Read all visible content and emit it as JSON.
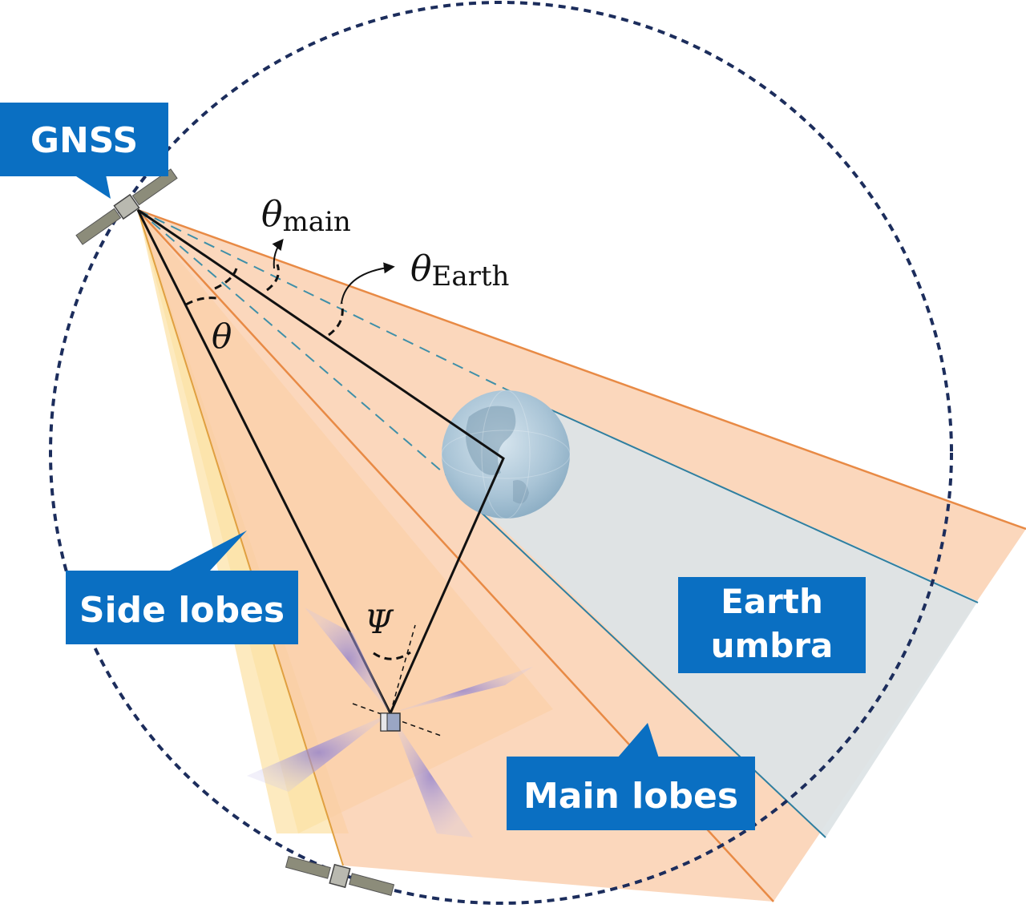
{
  "labels": {
    "gnss": "GNSS",
    "side_lobes": "Side lobes",
    "earth_umbra_line1": "Earth",
    "earth_umbra_line2": "umbra",
    "main_lobes": "Main lobes"
  },
  "symbols": {
    "theta": "θ",
    "theta_main_base": "θ",
    "theta_main_sub": "main",
    "theta_earth_base": "θ",
    "theta_earth_sub": "Earth",
    "psi": "Ψ"
  },
  "icons": {
    "gnss_satellite": "satellite-icon",
    "receiver_spacecraft": "spacecraft-icon",
    "lower_satellite": "satellite-icon",
    "earth": "earth-globe-icon"
  },
  "colors": {
    "callout_blue": "#0a6fc2",
    "orbit_dashed": "#1c2d5c",
    "main_lobe_fill": "#f9c9a6",
    "main_lobe_edge": "#e88a45",
    "side_lobe_fill": "#fbd98a",
    "umbra_fill": "#dde4e6",
    "umbra_edge": "#2f7fa0",
    "dashed_tangent": "#3f8fa8",
    "receiver_pattern": "#9a8fd0"
  }
}
